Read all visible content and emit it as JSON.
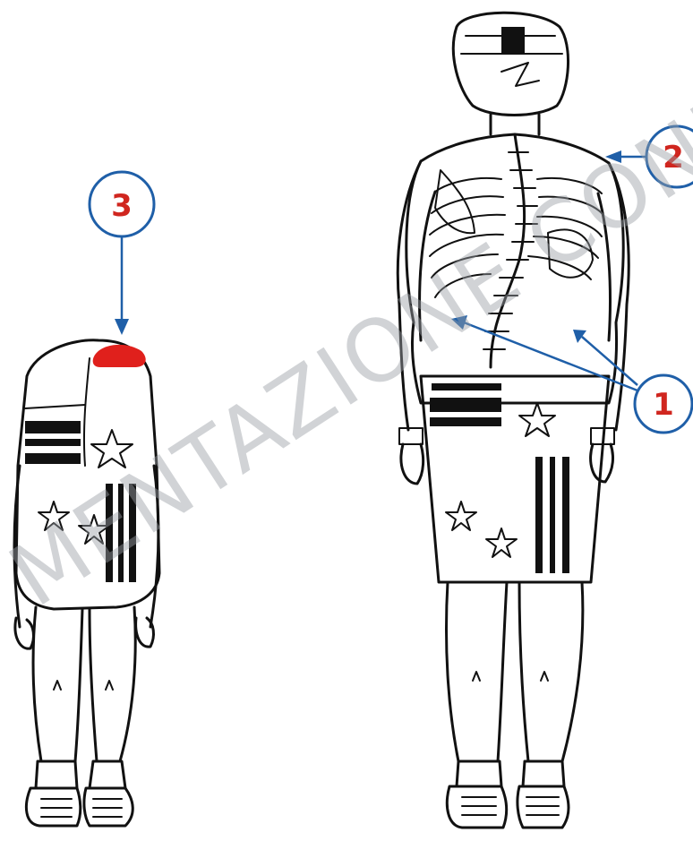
{
  "callouts": [
    {
      "id": "1",
      "label": "1"
    },
    {
      "id": "2",
      "label": "2"
    },
    {
      "id": "3",
      "label": "3"
    }
  ],
  "watermark": "MENTAZIONE CONF",
  "colors": {
    "callout_blue": "#1f5fa8",
    "callout_red_text": "#d0261f",
    "highlight_red": "#e0201c",
    "ink": "#111111",
    "watermark_gray": "#9aa0a6"
  },
  "figures": [
    {
      "name": "forward-bend-figure",
      "pose": "bending forward, seen from behind"
    },
    {
      "name": "standing-figure",
      "pose": "standing upright, seen from behind, spine visible"
    }
  ]
}
